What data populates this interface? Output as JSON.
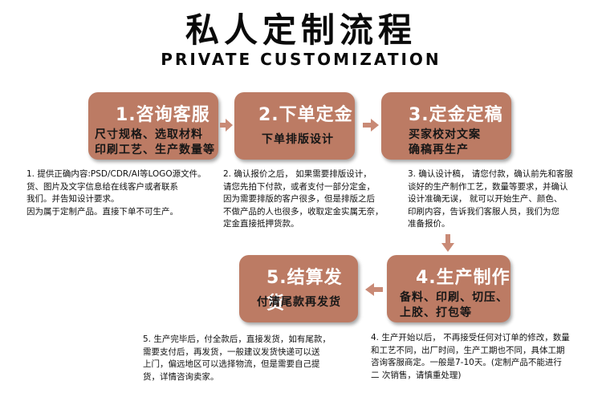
{
  "header": {
    "title": "私人定制流程",
    "subtitle": "PRIVATE CUSTOMIZATION"
  },
  "steps": [
    {
      "title": "1.咨询客服",
      "lines": [
        "尺寸规格、选取材料",
        "印刷工艺、生产数量等"
      ]
    },
    {
      "title": "2.下单定金",
      "lines": [
        "下单排版设计"
      ]
    },
    {
      "title": "3.定金定稿",
      "lines": [
        "买家校对文案",
        "确稿再生产"
      ]
    },
    {
      "title": "4.生产制作",
      "lines": [
        "备料、印刷、切压、",
        "上胶、打包等"
      ]
    },
    {
      "title": "5.结算发货",
      "lines": [
        "付清尾款再发货"
      ]
    }
  ],
  "descriptions": {
    "d1": [
      "1. 提供正确内容:PSD/CDR/AI等LOGO源文件。",
      "货、图片及文字信息给在线客户或者联系",
      "我们。并告知设计要求。",
      "因为属于定制产品。直接下单不可生产。"
    ],
    "d2": [
      "2. 确认报价之后，  如果需要排版设计，",
      "请您先拍下付款，或者支付一部分定金，",
      "因为需要排版的客户很多，但是排版之后",
      "不做产品的人也很多，收取定金实属无奈，",
      "定金直接抵押货款。"
    ],
    "d3": [
      "3. 确认设计稿，  请您付款，确认前先和客服",
      "谈好的生产制作工艺，数量等要求，并确认",
      "设计准确无误，  就可以开始生产、颜色、",
      "印刷内容，告诉我们客服人员，我们为您",
      "准备报价。"
    ],
    "d4": [
      "4. 生产开始以后，  不再接受任何对订单的修改，数量",
      "和工艺不同，出厂时间，生产工期也不同，具体工期",
      "咨询客服商定。一般是7-10天。(定制产品不能进行",
      "二  次销售，请慎重处理)"
    ],
    "d5": [
      "5. 生产完毕后，付全款后，直接发货，如有尾款，",
      "需要支付后，再发货，一般建议发货快递可以送",
      "上门，偏远地区可以选择物流，但是需要自己提",
      "货，详情咨询卖家。"
    ]
  },
  "colors": {
    "box": "#bc7b64",
    "arrow": "#c98a76"
  }
}
